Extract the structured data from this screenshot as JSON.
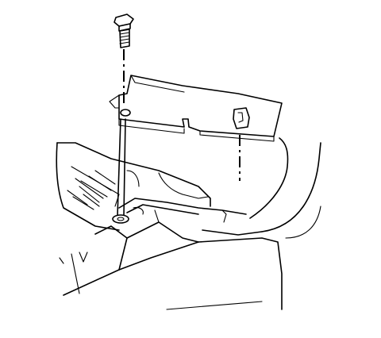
{
  "figure": {
    "kind": "technical line-art illustration",
    "parts": [
      "bolt",
      "bolt-axis-line",
      "retainer-bracket",
      "push-clip",
      "clip-axis-line",
      "cowl-vent-grille",
      "hood-edge",
      "fender-panel",
      "engine-compartment-frame"
    ]
  },
  "colors": {
    "stroke": "#000000",
    "background": "#ffffff"
  }
}
